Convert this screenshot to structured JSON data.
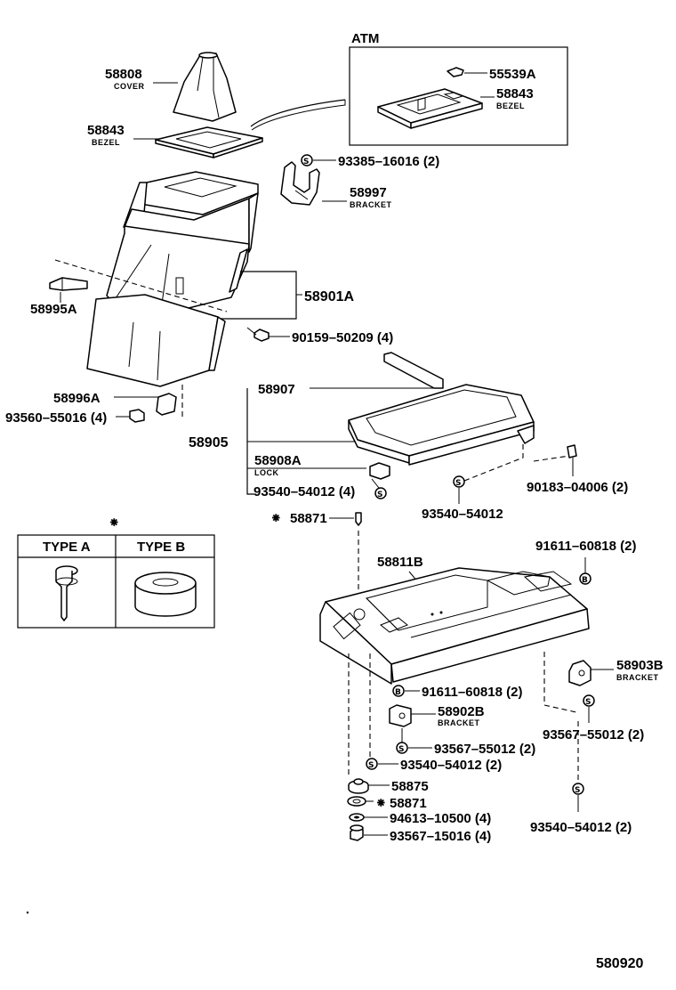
{
  "labels": {
    "atm": "ATM",
    "p58808": "58808",
    "p58808_sub": "COVER",
    "p58843_a": "58843",
    "p58843_a_sub": "BEZEL",
    "p55539a": "55539A",
    "p58843_b": "58843",
    "p58843_b_sub": "BEZEL",
    "p93385": "93385–16016 (2)",
    "p58997": "58997",
    "p58997_sub": "BRACKET",
    "p58995a": "58995A",
    "p58901a": "58901A",
    "p90159": "90159–50209 (4)",
    "p58907": "58907",
    "p58996a": "58996A",
    "p93560": "93560–55016 (4)",
    "p58905": "58905",
    "p58908a": "58908A",
    "p58908a_sub": "LOCK",
    "p93540_a": "93540–54012 (4)",
    "p90183": "90183–04006 (2)",
    "p93540_b": "93540–54012",
    "p58871_a": "58871",
    "type_a": "TYPE A",
    "type_b": "TYPE  B",
    "p91611_a": "91611–60818 (2)",
    "p58811b": "58811B",
    "p58903b": "58903B",
    "p58903b_sub": "BRACKET",
    "p91611_b": "91611–60818 (2)",
    "p58902b": "58902B",
    "p58902b_sub": "BRACKET",
    "p93567_a": "93567–55012 (2)",
    "p93567_b": "93567–55012 (2)",
    "p93540_c": "93540–54012 (2)",
    "p58875": "58875",
    "p58871_b": "58871",
    "p94613": "94613–10500 (4)",
    "p93567_c": "93567–15016 (4)",
    "p93540_d": "93540–54012 (2)",
    "diagram_no": "580920"
  },
  "symbols": {
    "asterisk": "⁕",
    "s_badge": "S",
    "b_badge": "B"
  }
}
